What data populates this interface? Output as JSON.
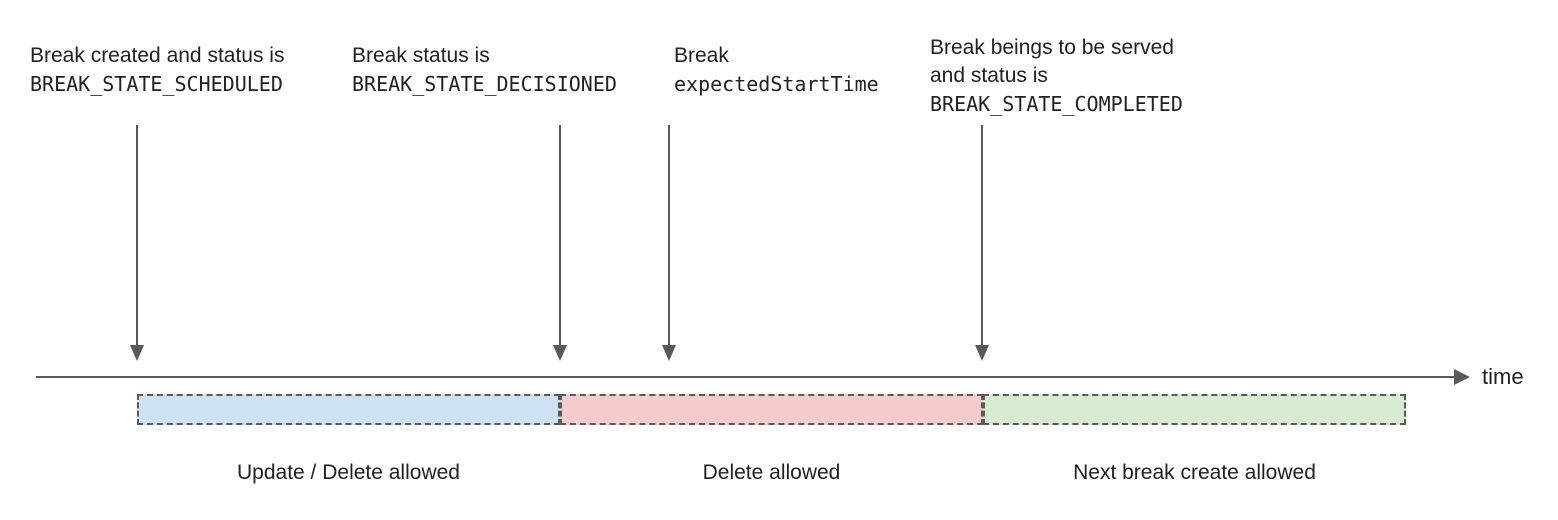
{
  "annotations": [
    {
      "line1": "Break created and status is",
      "code": "BREAK_STATE_SCHEDULED"
    },
    {
      "line1": "Break status is",
      "code": "BREAK_STATE_DECISIONED"
    },
    {
      "line1": "Break",
      "code": "expectedStartTime"
    },
    {
      "line1": "Break beings to be served",
      "line2": "and status is",
      "code": "BREAK_STATE_COMPLETED"
    }
  ],
  "timeline": {
    "axis_label": "time"
  },
  "segments": [
    {
      "label": "Update / Delete allowed",
      "fill": "#cfe2f3"
    },
    {
      "label": "Delete allowed",
      "fill": "#f4cccc"
    },
    {
      "label": "Next break create allowed",
      "fill": "#d9ead3"
    }
  ],
  "colors": {
    "line_gray": "#595959",
    "text": "#202124"
  }
}
